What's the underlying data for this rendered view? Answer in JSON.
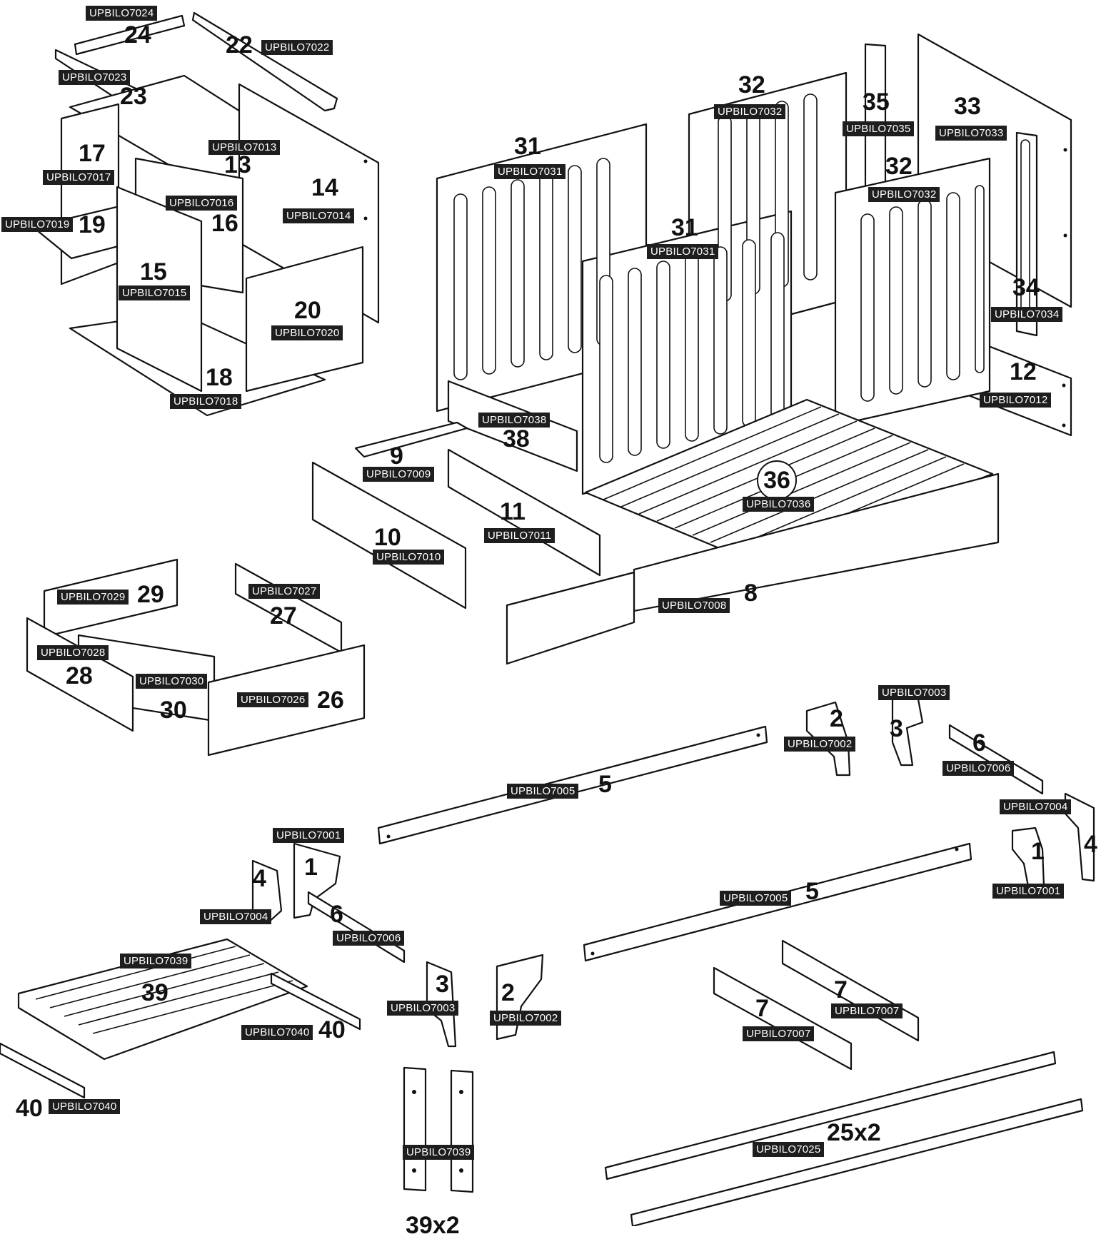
{
  "parts": [
    {
      "id": "p24",
      "number": "24",
      "code": "UPBILO7024"
    },
    {
      "id": "p22",
      "number": "22",
      "code": "UPBILO7022"
    },
    {
      "id": "p23",
      "number": "23",
      "code": "UPBILO7023"
    },
    {
      "id": "p13",
      "number": "13",
      "code": "UPBILO7013"
    },
    {
      "id": "p17",
      "number": "17",
      "code": "UPBILO7017"
    },
    {
      "id": "p16",
      "number": "16",
      "code": "UPBILO7016"
    },
    {
      "id": "p14",
      "number": "14",
      "code": "UPBILO7014"
    },
    {
      "id": "p19",
      "number": "19",
      "code": "UPBILO7019"
    },
    {
      "id": "p15",
      "number": "15",
      "code": "UPBILO7015"
    },
    {
      "id": "p20",
      "number": "20",
      "code": "UPBILO7020"
    },
    {
      "id": "p18",
      "number": "18",
      "code": "UPBILO7018"
    },
    {
      "id": "p31a",
      "number": "31",
      "code": "UPBILO7031"
    },
    {
      "id": "p32a",
      "number": "32",
      "code": "UPBILO7032"
    },
    {
      "id": "p35",
      "number": "35",
      "code": "UPBILO7035"
    },
    {
      "id": "p33",
      "number": "33",
      "code": "UPBILO7033"
    },
    {
      "id": "p32b",
      "number": "32",
      "code": "UPBILO7032"
    },
    {
      "id": "p31b",
      "number": "31",
      "code": "UPBILO7031"
    },
    {
      "id": "p34",
      "number": "34",
      "code": "UPBILO7034"
    },
    {
      "id": "p12",
      "number": "12",
      "code": "UPBILO7012"
    },
    {
      "id": "p38",
      "number": "38",
      "code": "UPBILO7038"
    },
    {
      "id": "p9",
      "number": "9",
      "code": "UPBILO7009"
    },
    {
      "id": "p36",
      "number": "36",
      "code": "UPBILO7036"
    },
    {
      "id": "p11",
      "number": "11",
      "code": "UPBILO7011"
    },
    {
      "id": "p10",
      "number": "10",
      "code": "UPBILO7010"
    },
    {
      "id": "p8",
      "number": "8",
      "code": "UPBILO7008"
    },
    {
      "id": "p29",
      "number": "29",
      "code": "UPBILO7029"
    },
    {
      "id": "p27",
      "number": "27",
      "code": "UPBILO7027"
    },
    {
      "id": "p28",
      "number": "28",
      "code": "UPBILO7028"
    },
    {
      "id": "p30",
      "number": "30",
      "code": "UPBILO7030"
    },
    {
      "id": "p26",
      "number": "26",
      "code": "UPBILO7026"
    },
    {
      "id": "p3a",
      "number": "3",
      "code": "UPBILO7003"
    },
    {
      "id": "p2a",
      "number": "2",
      "code": "UPBILO7002"
    },
    {
      "id": "p6a",
      "number": "6",
      "code": "UPBILO7006"
    },
    {
      "id": "p5a",
      "number": "5",
      "code": "UPBILO7005"
    },
    {
      "id": "p4a",
      "number": "4",
      "code": "UPBILO7004"
    },
    {
      "id": "p1a",
      "number": "1",
      "code": "UPBILO7001"
    },
    {
      "id": "p1b",
      "number": "1",
      "code": "UPBILO7001"
    },
    {
      "id": "p4b",
      "number": "4",
      "code": "UPBILO7004"
    },
    {
      "id": "p5b",
      "number": "5",
      "code": "UPBILO7005"
    },
    {
      "id": "p6b",
      "number": "6",
      "code": "UPBILO7006"
    },
    {
      "id": "p39a",
      "number": "39",
      "code": "UPBILO7039"
    },
    {
      "id": "p40a",
      "number": "40",
      "code": "UPBILO7040"
    },
    {
      "id": "p3b",
      "number": "3",
      "code": "UPBILO7003"
    },
    {
      "id": "p2b",
      "number": "2",
      "code": "UPBILO7002"
    },
    {
      "id": "p7a",
      "number": "7",
      "code": "UPBILO7007"
    },
    {
      "id": "p7b",
      "number": "7",
      "code": "UPBILO7007"
    },
    {
      "id": "p40b",
      "number": "40",
      "code": "UPBILO7040"
    },
    {
      "id": "p39b",
      "number": "39x2",
      "code": "UPBILO7039"
    },
    {
      "id": "p25",
      "number": "25x2",
      "code": "UPBILO7025"
    }
  ]
}
